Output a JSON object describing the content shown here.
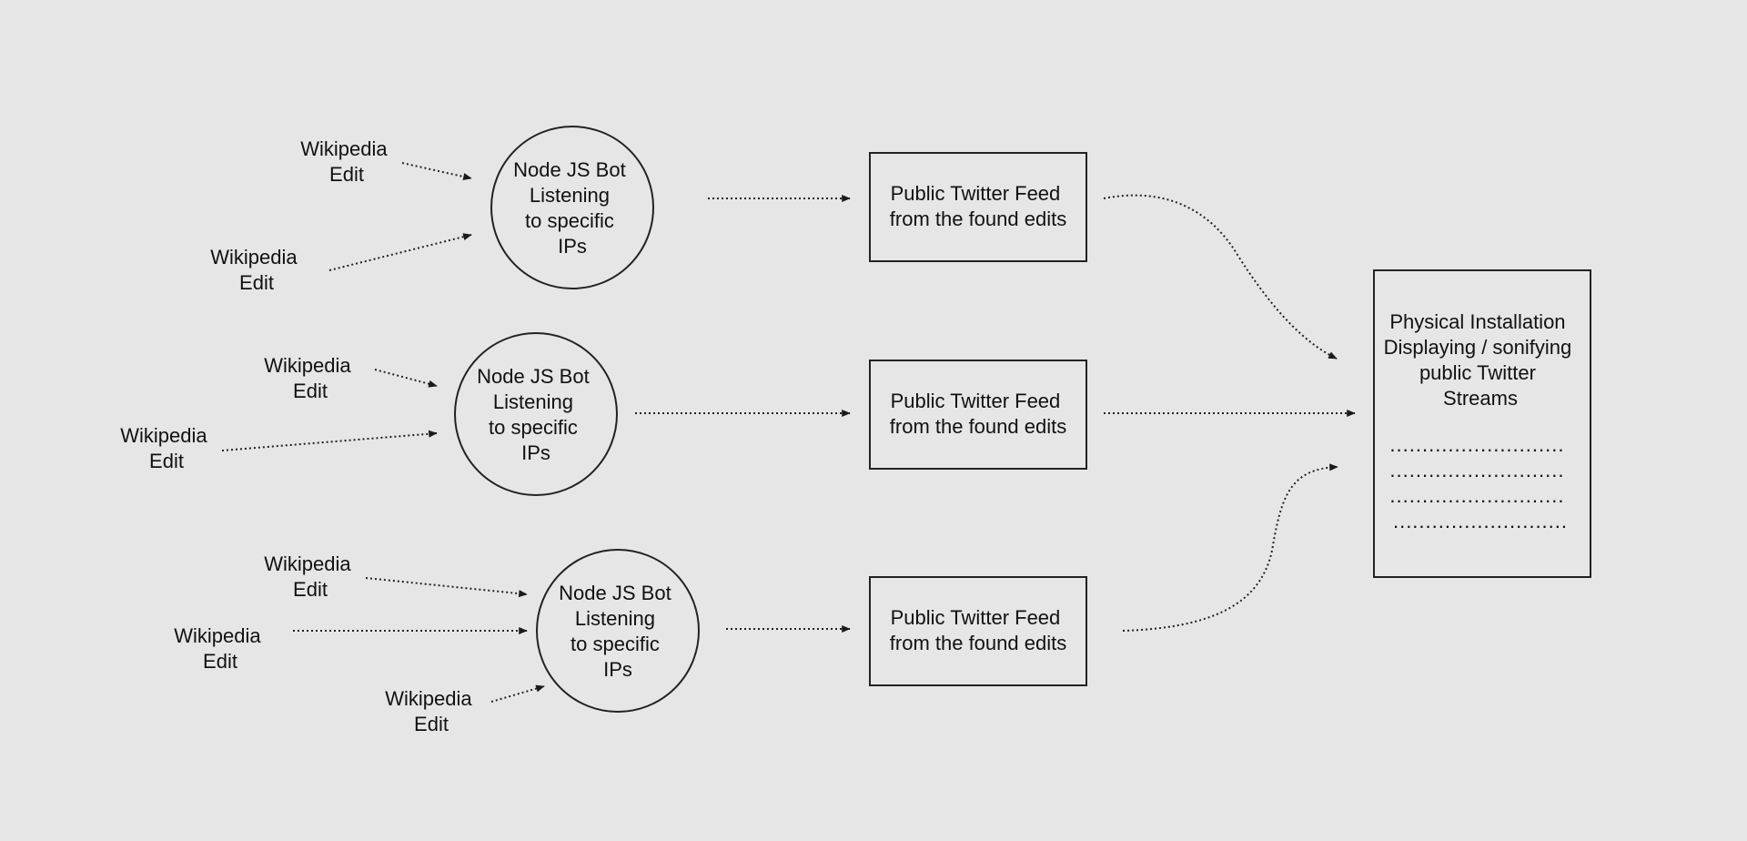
{
  "diagram": {
    "source_label": [
      "Wikipedia",
      "Edit"
    ],
    "bot_label": [
      "Node JS Bot",
      "Listening",
      "to specific",
      "IPs"
    ],
    "feed_label": [
      "Public Twitter Feed",
      "from the found edits"
    ],
    "installation_label": [
      "Physical Installation",
      "Displaying / sonifying",
      "public Twitter",
      "Streams"
    ],
    "installation_placeholder_lines": [
      "...........................",
      "...........................",
      "...........................",
      "..........................."
    ]
  }
}
